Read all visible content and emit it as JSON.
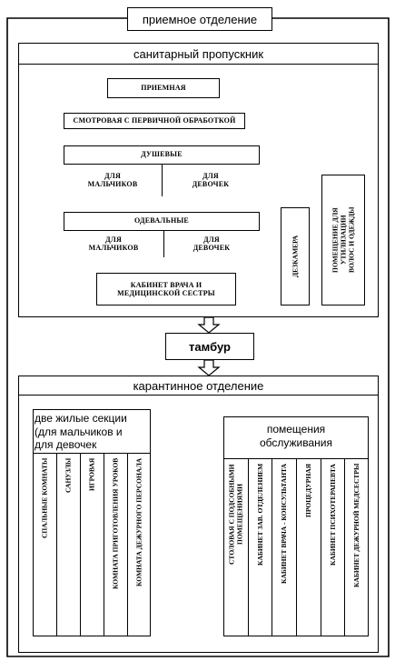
{
  "reception": "приемное отделение",
  "sanitary": {
    "title": "санитарный пропускник",
    "reception_room": "ПРИЕМНАЯ",
    "exam_room": "СМОТРОВАЯ С ПЕРВИЧНОЙ ОБРАБОТКОЙ",
    "showers": {
      "title": "ДУШЕВЫЕ",
      "boys": "ДЛЯ\nМАЛЬЧИКОВ",
      "girls": "ДЛЯ\nДЕВОЧЕК"
    },
    "dressing": {
      "title": "ОДЕВАЛЬНЫЕ",
      "boys": "ДЛЯ\nМАЛЬЧИКОВ",
      "girls": "ДЛЯ\nДЕВОЧЕК"
    },
    "doctor_office": "КАБИНЕТ ВРАЧА И\nМЕДИЦИНСКОЙ СЕСТРЫ",
    "disinfection": "ДЕЗКАМЕРА",
    "disposal": "ПОМЕЩЕНИЕ ДЛЯ\nУТИЛИЗАЦИИ\nВОЛОС И ОДЕЖДЫ"
  },
  "vestibule": "тамбур",
  "quarantine": {
    "title": "карантинное отделение",
    "living": {
      "title": "две жилые секции\n(для мальчиков и\nдля девочек",
      "rooms": [
        "СПАЛЬНЫЕ КОМНАТЫ",
        "САНУЗЛЫ",
        "ИГРОВАЯ",
        "КОМНАТА ПРИГОТОВЛЕНИЯ УРОКОВ",
        "КОМНАТА ДЕЖУРНОГО ПЕРСОНАЛА"
      ]
    },
    "service": {
      "title": "помещения\nобслуживания",
      "rooms": [
        "СТОЛОВАЯ С ПОДСОБНЫМИ\nПОМЕЩЕНИЯМИ",
        "КАБИНЕТ ЗАВ. ОТДЕЛЕНИЕМ",
        "КАБИНЕТ ВРАЧА - КОНСУЛЬТАНТА",
        "ПРОЦЕДУРНАЯ",
        "КАБИНЕТ ПСИХОТЕРАПЕВТА",
        "КАБИНЕТ ДЕЖУРНОЙ МЕДСЕСТРЫ"
      ]
    }
  }
}
